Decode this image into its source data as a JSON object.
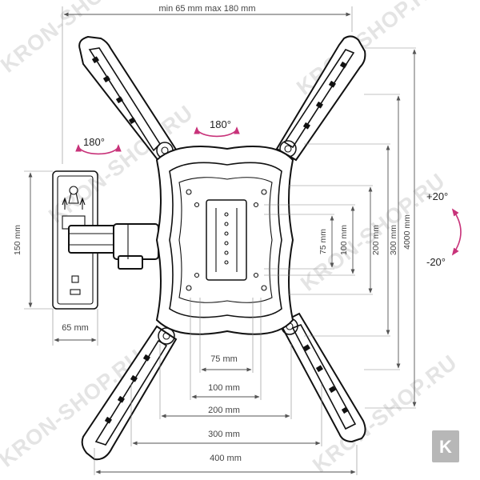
{
  "dimensions": {
    "top_range": "min 65 mm max 180 mm",
    "wall_height": "150 mm",
    "wall_width": "65 mm",
    "v75": "75 mm",
    "v100": "100 mm",
    "v200": "200 mm",
    "v300": "300 mm",
    "v400": "4000 mm",
    "h75": "75 mm",
    "h100": "100 mm",
    "h200": "200 mm",
    "h300": "300 mm",
    "h400": "400 mm"
  },
  "rotation": {
    "swivel": "180°",
    "screen_rotate": "180°",
    "tilt_up": "+20°",
    "tilt_down": "-20°"
  },
  "watermarks": [
    "KRON-SHOP.RU",
    "KRON-SHOP.RU",
    "KRON-SHOP.RU",
    "KRON-SHOP.RU",
    "KRON-SHOP.RU"
  ],
  "logo": {
    "letter": "K"
  },
  "colors": {
    "accent": "#c8337a",
    "line": "#111111",
    "dimension": "#555555"
  }
}
